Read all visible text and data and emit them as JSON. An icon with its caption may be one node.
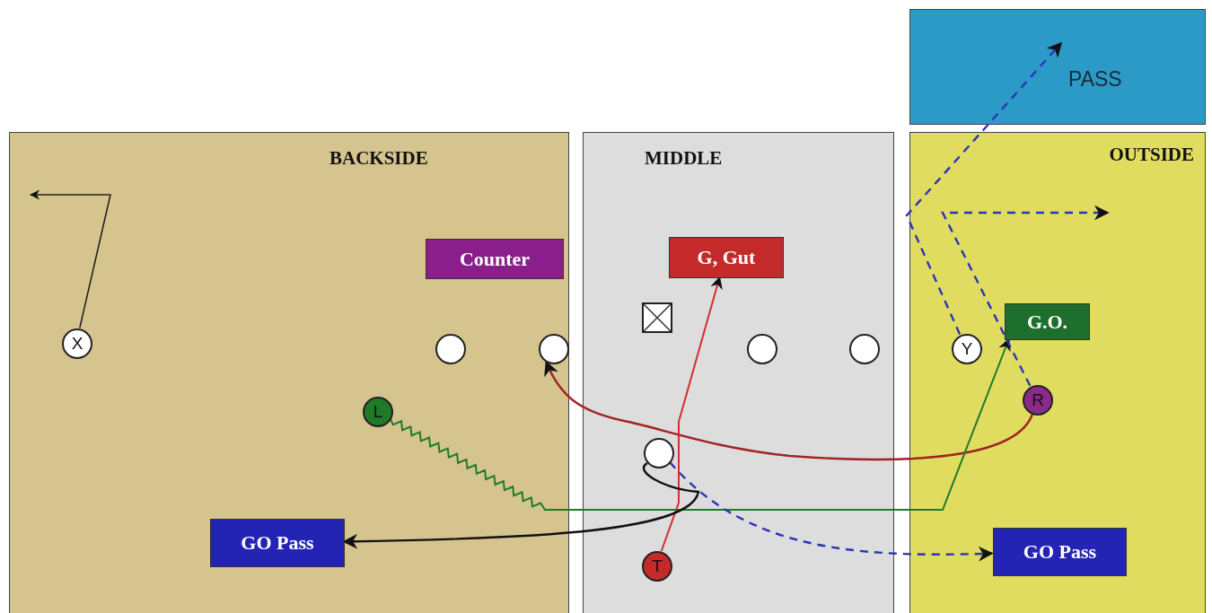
{
  "diagram": {
    "nodes": [
      {
        "text": [
          "BACKSIDE"
        ]
      },
      {
        "text": [
          "MIDDLE"
        ]
      },
      {
        "text": [
          "OUTSIDE"
        ]
      },
      {
        "text": [
          "PASS"
        ]
      },
      {
        "text": [
          "Counter"
        ],
        "in": 0
      },
      {
        "text": [
          "G, Gut"
        ],
        "in": 1
      },
      {
        "text": [
          "G.O."
        ],
        "in": 2
      },
      {
        "text": [
          "GO Pass"
        ],
        "in": 0
      },
      {
        "text": [
          "GO Pass"
        ],
        "in": 2
      },
      {
        "text": [
          "X"
        ],
        "in": 0
      },
      {
        "text": [
          "L"
        ],
        "in": 0
      },
      {
        "text": [],
        "shape": "circle",
        "in": 0
      },
      {
        "text": [],
        "shape": "circle",
        "in": 0
      },
      {
        "text": [],
        "shape": "box",
        "in": 1
      },
      {
        "text": [],
        "shape": "circle",
        "in": 1
      },
      {
        "text": [],
        "shape": "circle",
        "in": 1
      },
      {
        "text": [],
        "shape": "circle",
        "in": 1
      },
      {
        "text": [
          "T"
        ],
        "in": 1
      },
      {
        "text": [
          "Y"
        ],
        "in": 2
      },
      {
        "text": [
          "R"
        ],
        "in": 2
      }
    ],
    "edges": [
      {
        "from": 9,
        "to": null,
        "arrow": "to",
        "color": "#222222"
      },
      {
        "from": 19,
        "to": 12,
        "arrow": "to",
        "color": "#a02424"
      },
      {
        "from": 17,
        "to": 5,
        "arrow": "to",
        "color": "#d03030"
      },
      {
        "from": 10,
        "to": 6,
        "arrow": "to",
        "color": "#1f7a2a"
      },
      {
        "from": 16,
        "to": 7,
        "arrow": "to",
        "color": "#111111"
      },
      {
        "from": 16,
        "to": 8,
        "arrow": "to",
        "style": "dashed",
        "color": "#2b35b8"
      },
      {
        "from": 18,
        "to": 3,
        "arrow": "to",
        "style": "dashed",
        "color": "#2b35b8"
      },
      {
        "from": 19,
        "to": null,
        "arrow": "to",
        "style": "dashed",
        "color": "#2b35b8"
      }
    ]
  }
}
